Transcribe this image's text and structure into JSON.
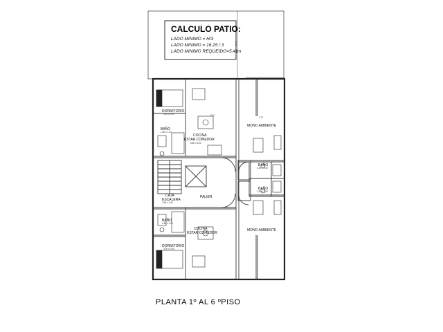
{
  "calc_box": {
    "title": "CALCULO PATIO:",
    "line1": "LADO MINIMO = H/3",
    "line2": "LADO MINIMO = 16.25 / 3",
    "line3": "LADO MINIMO REQUEIDO=5.41",
    "unit": "m",
    "dim": "5.41"
  },
  "rooms": {
    "dorm_top": "DORMITORIO",
    "dorm_top_dim": "3.00 x 2.90",
    "bano_top": "BAÑO",
    "bano_top_dim": "1.80 x 1.20",
    "cocina_top_1": "COCINA",
    "cocina_top_2": "ESTAR COMEDOR",
    "cocina_top_dim": "5.80 x 3.20",
    "mono_top": "MONO AMBIENTE",
    "bano_r1": "BAÑO",
    "bano_r1_dim": "1.50 x 1.30",
    "bano_r2": "BAÑO",
    "bano_r2_dim": "1.50 x 1.30",
    "caja_1": "CAJA",
    "caja_2": "ESCALERA",
    "caja_dim": "2.80 x 2.40",
    "palier": "PALIER",
    "bano_bot": "BAÑO",
    "bano_bot_dim": "1.80 x 1.20",
    "cocina_bot_1": "COCINA",
    "cocina_bot_2": "ESTAR COMEDOR",
    "mono_bot": "MONO AMBIENTE",
    "dorm_bot": "DORMITORIO",
    "dorm_bot_dim": "3.00 x 2.90",
    "dim_a": "3.51",
    "dim_b": "2.72"
  },
  "plan_title": "PLANTA  1º  AL 6 ºPISO"
}
